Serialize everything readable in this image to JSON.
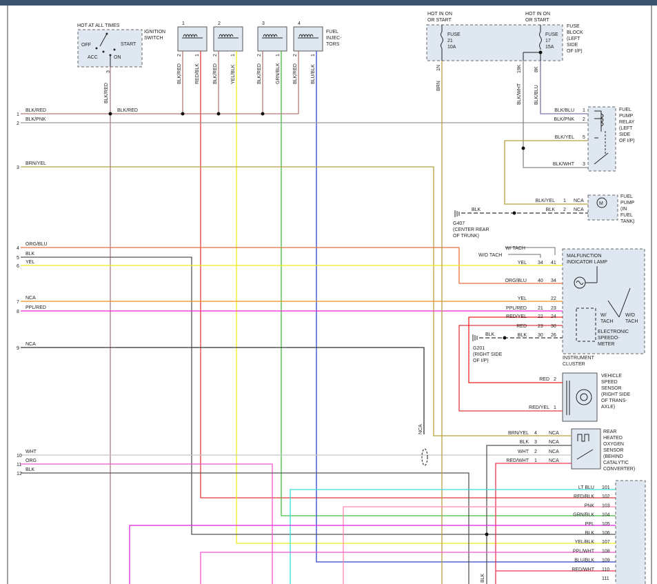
{
  "labels": {
    "hot_at_all_times": "HOT AT ALL TIMES",
    "ignition_switch": [
      "IGNITION",
      "SWITCH"
    ],
    "sw_off": "OFF",
    "sw_start": "START",
    "sw_acc": "ACC",
    "sw_on": "ON",
    "injectors": [
      "FUEL",
      "INJEC-",
      "TORS"
    ],
    "hot_run_1": [
      "HOT IN ON",
      "OR START"
    ],
    "hot_run_2": [
      "HOT IN ON",
      "OR START"
    ],
    "fuse21": [
      "FUSE",
      "21",
      "10A"
    ],
    "fuse17": [
      "FUSE",
      "17",
      "15A"
    ],
    "fuse_block": [
      "FUSE",
      "BLOCK",
      "(LEFT",
      "SIDE",
      "OF I/P)"
    ],
    "fuel_pump_relay": [
      "FUEL",
      "PUMP",
      "RELAY",
      "(LEFT",
      "SIDE",
      "OF I/P)"
    ],
    "fuel_pump": [
      "FUEL",
      "PUMP",
      "(IN",
      "FUEL",
      "TANK)"
    ],
    "g407": [
      "G407",
      "(CENTER REAR",
      "OF TRUNK)"
    ],
    "w_tach": "W/ TACH",
    "wo_tach": "W/O TACH",
    "mil": [
      "MALFUNCTION",
      "INDICATOR LAMP"
    ],
    "cluster_wtach": [
      "W/",
      "TACH"
    ],
    "cluster_wotach": [
      "W/O",
      "TACH"
    ],
    "speedo": [
      "ELECTRONIC",
      "SPEEDO-",
      "METER"
    ],
    "instrument_cluster": [
      "INSTRUMENT",
      "CLUSTER"
    ],
    "g201": [
      "G201",
      "(RIGHT SIDE",
      "OF I/P)"
    ],
    "vss": [
      "VEHICLE",
      "SPEED",
      "SENSOR",
      "(RIGHT SIDE",
      "OF TRANS-",
      "AXLE)"
    ],
    "o2": [
      "REAR",
      "HEATED",
      "OXYGEN",
      "SENSOR",
      "(BEHIND",
      "CATALYTIC",
      "CONVERTER)"
    ],
    "nca": "NCA"
  },
  "injector_numbers": [
    "1",
    "2",
    "3",
    "4"
  ],
  "injector_wires": [
    "BLK/RED",
    "RED/BLK",
    "BLK/RED",
    "YEL/BLK",
    "BLK/RED",
    "GRN/BLK",
    "BLK/RED",
    "BLU/BLK"
  ],
  "vertical_labels": {
    "ign": "BLK/RED",
    "fuse21": "BRN",
    "fuse17a": "BLK/WHT",
    "fuse17b": "BLK/BLU",
    "nca": "NCA",
    "blk_bottom": "BLK",
    "pin_ign": "3",
    "pin_21": "1N",
    "pin_17a": "19K",
    "pin_17b": "8K",
    "inj_pin_a": "2",
    "inj_pin_b": "1"
  },
  "left_circuits": [
    {
      "num": "1",
      "label": "BLK/RED",
      "color": "#b07878"
    },
    {
      "num": "2",
      "label": "BLK/PNK",
      "color": "#999999"
    },
    {
      "num": "3",
      "label": "BRN/YEL",
      "color": "#b5a040"
    },
    {
      "num": "4",
      "label": "ORG/BLU",
      "color": "#e8723a"
    },
    {
      "num": "5",
      "label": "BLK",
      "color": "#555555"
    },
    {
      "num": "6",
      "label": "YEL",
      "color": "#eeee1a"
    },
    {
      "num": "7",
      "label": "NCA",
      "color": "#ee9022"
    },
    {
      "num": "8",
      "label": "PPL/RED",
      "color": "#ee22cc"
    },
    {
      "num": "9",
      "label": "NCA",
      "color": "#333333"
    },
    {
      "num": "10",
      "label": "WHT",
      "color": "#c4c4c4"
    },
    {
      "num": "11",
      "label": "ORG",
      "color": "#ee55cc"
    },
    {
      "num": "12",
      "label": "BLK",
      "color": "#555555"
    }
  ],
  "blk_red_branch": "BLK/RED",
  "relay_pins": [
    {
      "label": "BLK/BLU",
      "pin": "1"
    },
    {
      "label": "BLK/PNK",
      "pin": "2"
    },
    {
      "label": "BLK/YEL",
      "pin": "5"
    },
    {
      "label": "BLK/WHT",
      "pin": "3"
    }
  ],
  "pump_pins": [
    {
      "label": "BLK/YEL",
      "pin": "1",
      "nca": "NCA"
    },
    {
      "label": "BLK",
      "pin": "2",
      "nca": "NCA"
    }
  ],
  "g407_wire": "BLK",
  "cluster_rows": [
    {
      "label": "YEL",
      "p1": "34",
      "p2": "41"
    },
    {
      "label": "ORG/BLU",
      "p1": "40",
      "p2": "34"
    },
    {
      "label": "YEL",
      "p1": "",
      "p2": "22"
    },
    {
      "label": "PPL/RED",
      "p1": "21",
      "p2": "23"
    },
    {
      "label": "RED/YEL",
      "p1": "22",
      "p2": "24"
    },
    {
      "label": "RED",
      "p1": "23",
      "p2": "30"
    },
    {
      "label": "BLK",
      "p1": "30",
      "p2": "26"
    }
  ],
  "g201_wire": "BLK",
  "vss_pins": [
    {
      "label": "RED",
      "pin": "2"
    },
    {
      "label": "RED/YEL",
      "pin": "1"
    }
  ],
  "o2_pins": [
    {
      "label": "BRN/YEL",
      "pin": "4",
      "nca": "NCA"
    },
    {
      "label": "BLK",
      "pin": "3",
      "nca": "NCA"
    },
    {
      "label": "WHT",
      "pin": "2",
      "nca": "NCA"
    },
    {
      "label": "RED/WHT",
      "pin": "1",
      "nca": "NCA"
    }
  ],
  "pcm_pins": [
    {
      "label": "LT BLU",
      "pin": "101"
    },
    {
      "label": "RED/BLK",
      "pin": "102"
    },
    {
      "label": "PNK",
      "pin": "103"
    },
    {
      "label": "GRN/BLK",
      "pin": "104"
    },
    {
      "label": "PPL",
      "pin": "105"
    },
    {
      "label": "BLK",
      "pin": "106"
    },
    {
      "label": "YEL/BLK",
      "pin": "107"
    },
    {
      "label": "PPL/WHT",
      "pin": "108"
    },
    {
      "label": "BLU/BLK",
      "pin": "109"
    },
    {
      "label": "RED/WHT",
      "pin": "110"
    },
    {
      "label": "",
      "pin": "111"
    }
  ]
}
